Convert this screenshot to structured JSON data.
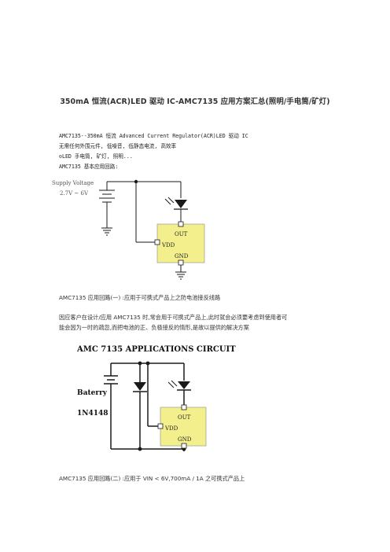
{
  "title": "350mA 恒流(ACR)LED 驱动 IC-AMC7135 应用方案汇总(照明/手电筒/矿灯)",
  "intro": {
    "line1": "AMC7135--350mA 恒流 Advanced Current Regulator(ACR)LED 驱动 IC",
    "line2": "无需任何外围元件, 低噪音, 低静态电流, 高效率",
    "line3": "⊙LED 手电筒, 矿灯, 照明...",
    "line4": "AMC7135 基本应用回路:"
  },
  "diagram1": {
    "supply_label": "Supply Voltage",
    "voltage_label": "2.7V ~ 6V",
    "out_label": "OUT",
    "vdd_label": "VDD",
    "gnd_label": "GND"
  },
  "circuit1_caption": "AMC7135 应用回路(一) :应用于可携式产品上之防电池接反线路",
  "paragraph": {
    "line1": "因应客户在设计/应用 AMC7135 时,常会用于可携式产品上,此时就会必须要考虑到使用者可",
    "line2": "能会因为一时的疏忽,而把电池的正、负极接反的情形,是故以提供的解决方案"
  },
  "diagram2": {
    "heading": "AMC 7135 APPLICATIONS   CIRCUIT",
    "battery_label": "Baterry",
    "diode_label": "1N4148",
    "out_label": "OUT",
    "vdd_label": "VDD",
    "gnd_label": "GND"
  },
  "circuit2_caption": "AMC7135 应用回路(二) :应用于 VIN < 6V,700mA / 1A 之可携式产品上",
  "colors": {
    "chip_fill": "#f2ef8c",
    "wire": "#1a1a1a"
  }
}
